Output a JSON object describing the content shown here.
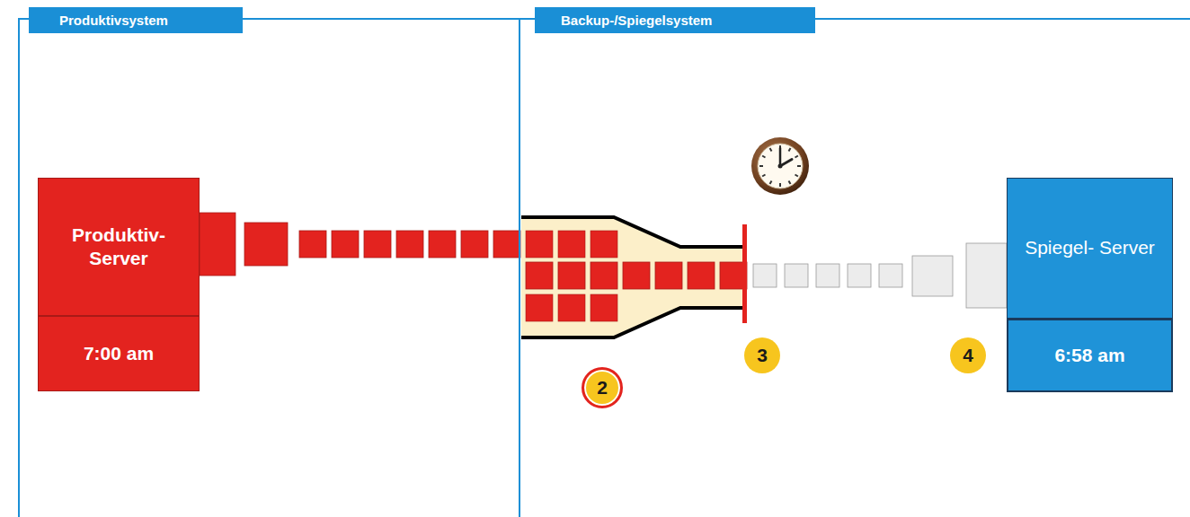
{
  "diagram": {
    "nodes": [
      {
        "text": [
          "Produktivsystem"
        ]
      },
      {
        "text": [
          "Backup-/Spiegelsystem"
        ]
      },
      {
        "text": [
          "Produktiv- Server"
        ],
        "in": 0
      },
      {
        "text": [
          "7:00 am"
        ],
        "in": 0
      },
      {
        "text": [
          "Spiegel- Server"
        ],
        "in": 1
      },
      {
        "text": [
          "6:58 am"
        ],
        "in": 1
      }
    ],
    "edges": [
      {
        "from": 2,
        "to": 4,
        "arrow": "none"
      }
    ],
    "labels": [
      "2",
      "3",
      "4"
    ]
  }
}
